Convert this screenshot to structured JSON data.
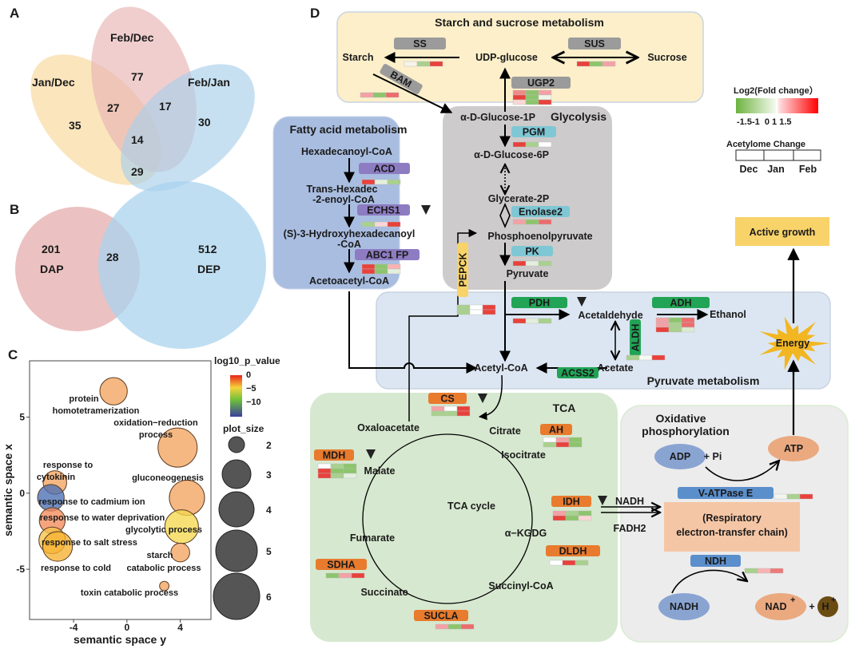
{
  "panelA": {
    "label": "A",
    "sets": [
      {
        "name": "Jan/Dec",
        "color": "#f7d79a"
      },
      {
        "name": "Feb/Dec",
        "color": "#e8b4b3"
      },
      {
        "name": "Feb/Jan",
        "color": "#a9cfe9"
      }
    ],
    "counts": {
      "jan_dec_only": "35",
      "feb_dec_only": "77",
      "feb_jan_only": "30",
      "jan_dec_feb_dec": "27",
      "feb_dec_feb_jan": "17",
      "jan_dec_feb_jan": "29",
      "all": "14"
    }
  },
  "panelB": {
    "label": "B",
    "left": {
      "name": "DAP",
      "count": "201",
      "color": "#e6b3b1"
    },
    "right": {
      "name": "DEP",
      "count": "512",
      "color": "#a9d3ee"
    },
    "overlap": "28"
  },
  "chart_data": {
    "type": "scatter",
    "panel_label": "C",
    "xlabel": "semantic space y",
    "ylabel": "semantic space x",
    "xlim": [
      -7.3,
      6.3
    ],
    "ylim": [
      -8.3,
      8.7
    ],
    "xticks": [
      -4,
      0,
      4
    ],
    "yticks": [
      5,
      0,
      -5
    ],
    "grid": false,
    "color_legend": {
      "title": "log10_p_value",
      "ticks": [
        "0",
        "−5",
        "−10"
      ]
    },
    "size_legend": {
      "title": "plot_size",
      "values": [
        2,
        3,
        4,
        5,
        6
      ]
    },
    "points": [
      {
        "term": "protein homotetramerization",
        "x": -1.0,
        "y": 6.7,
        "size": 3.5,
        "color": "#f4a460"
      },
      {
        "term": "oxidation−reduction process",
        "x": 3.8,
        "y": 3.0,
        "size": 5.0,
        "color": "#f4a460"
      },
      {
        "term": "response to cytokinin",
        "x": -5.4,
        "y": 0.7,
        "size": 3.0,
        "color": "#f4a460"
      },
      {
        "term": "response to cadmium ion",
        "x": -5.7,
        "y": -0.3,
        "size": 3.4,
        "color": "#4a6fb5"
      },
      {
        "term": "gluconeogenesis",
        "x": 4.5,
        "y": -0.3,
        "size": 4.5,
        "color": "#f4a460"
      },
      {
        "term": "response to water deprivation",
        "x": -5.6,
        "y": -1.8,
        "size": 3.3,
        "color": "#f28a5a"
      },
      {
        "term": "glycolytic process",
        "x": 4.1,
        "y": -2.2,
        "size": 4.3,
        "color": "#f5d94f"
      },
      {
        "term": "response to salt stress",
        "x": -5.6,
        "y": -3.1,
        "size": 3.4,
        "color": "#f6c34a"
      },
      {
        "term": "response to cold",
        "x": -5.2,
        "y": -3.5,
        "size": 3.8,
        "color": "#f5b12f"
      },
      {
        "term": "starch catabolic process",
        "x": 4.0,
        "y": -3.9,
        "size": 2.4,
        "color": "#f4a460"
      },
      {
        "term": "toxin catabolic process",
        "x": 2.8,
        "y": -6.1,
        "size": 1.2,
        "color": "#f4a460"
      }
    ]
  },
  "panelD": {
    "label": "D",
    "sections": {
      "starch": "Starch and sucrose metabolism",
      "fatty": "Fatty acid metabolism",
      "glycolysis": "Glycolysis",
      "pyruvate": "Pyruvate metabolism",
      "tca": "TCA",
      "tca_cycle": "TCA cycle",
      "oxphos_1": "Oxidative",
      "oxphos_2": "phosphorylation"
    },
    "metabolites": {
      "starch": "Starch",
      "udp_glucose": "UDP-glucose",
      "sucrose": "Sucrose",
      "g1p": "α-D-Glucose-1P",
      "g6p": "α-D-Glucose-6P",
      "glycerate": "Glycerate-2P",
      "pep": "Phosphoenolpyruvate",
      "pyruvate": "Pyruvate",
      "hexadecanoyl": "Hexadecanoyl-CoA",
      "trans_1": "Trans-Hexadec",
      "trans_2": "-2-enoyl-CoA",
      "hydroxy_1": "(S)-3-Hydroxyhexadecanoyl",
      "hydroxy_2": "-CoA",
      "acetoacetyl": "Acetoacetyl-CoA",
      "acetaldehyde": "Acetaldehyde",
      "ethanol": "Ethanol",
      "acetate": "Acetate",
      "acetyl_coa": "Acetyl-CoA",
      "oxaloacetate": "Oxaloacetate",
      "citrate": "Citrate",
      "isocitrate": "Isocitrate",
      "akgdg": "α−KGDG",
      "succinyl": "Succinyl-CoA",
      "succinate": "Succinate",
      "fumarate": "Fumarate",
      "malate": "Malate",
      "nadh_in": "NADH",
      "fadh2": "FADH2",
      "adp": "ADP",
      "pi": "+  Pi",
      "atp": "ATP",
      "resp_1": "(Respiratory",
      "resp_2": "electron-transfer chain)",
      "nadh": "NADH",
      "nad": "NAD",
      "nad_sup": "+",
      "plus": "+",
      "h": "H",
      "h_sup": "+",
      "energy": "Energy",
      "active_growth": "Active growth"
    },
    "enzymes": {
      "SS": {
        "label": "SS",
        "color": "#9b9b9b",
        "strip": [
          [
            "#f7f3ea",
            "#a9d18e",
            "#e8413c"
          ]
        ]
      },
      "SUS": {
        "label": "SUS",
        "color": "#9b9b9b",
        "strip": [
          [
            "#e8413c",
            "#8cc56b",
            "#f3a1a6"
          ]
        ]
      },
      "BAM": {
        "label": "BAM",
        "color": "#9b9b9b",
        "strip": [
          [
            "#f3a1a6",
            "#8cc56b",
            "#ec6c6c"
          ]
        ]
      },
      "UGP2": {
        "label": "UGP2",
        "color": "#9b9b9b",
        "strip": [
          [
            "#ef8a8a",
            "#8cc56b",
            "#f3a1a6"
          ],
          [
            "#e8413c",
            "#8cc56b",
            "#eef5e8"
          ],
          [
            "#fbd6d6",
            "#8cc56b",
            "#e8413c"
          ]
        ]
      },
      "PGM": {
        "label": "PGM",
        "color": "#7fc7d4",
        "strip": [
          [
            "#e8413c",
            "#a9d18e",
            "#ffffff"
          ]
        ]
      },
      "Enolase2": {
        "label": "Enolase2",
        "color": "#7fc7d4",
        "strip": [
          [
            "#f3a1a6",
            "#8cc56b",
            "#ec6c6c"
          ]
        ]
      },
      "PK": {
        "label": "PK",
        "color": "#7fc7d4",
        "strip": [
          [
            "#e8413c",
            "#e3efdc",
            "#a9d18e"
          ]
        ]
      },
      "ACD": {
        "label": "ACD",
        "color": "#8e7cc3",
        "strip": [
          [
            "#e8413c",
            "#e3efdc",
            "#a9d18e"
          ]
        ]
      },
      "ECHS1": {
        "label": "ECHS1",
        "color": "#8e7cc3",
        "strip": [
          [
            "#a9d18e",
            "#fbd6d6",
            "#e8413c"
          ]
        ],
        "marker": "down-triangle"
      },
      "ABC1FP": {
        "label": "ABC1 FP",
        "color": "#8e7cc3",
        "strip": [
          [
            "#e8413c",
            "#8cc56b",
            "#f7b3b3"
          ],
          [
            "#e8413c",
            "#8cc56b",
            "#e3efdc"
          ]
        ]
      },
      "PEPCK": {
        "label": "PEPCK",
        "color": "#f8d36a",
        "strip": [
          [
            "#a9d18e",
            "#ffffff",
            "#e8413c"
          ],
          [
            "#a9d18e",
            "#ffffff",
            "#e8413c"
          ]
        ]
      },
      "PDH": {
        "label": "PDH",
        "color": "#21a456",
        "strip": [
          [
            "#e8413c",
            "#e3efdc",
            "#a9d18e"
          ]
        ],
        "marker": "down-triangle"
      },
      "ADH": {
        "label": "ADH",
        "color": "#21a456",
        "strip": [
          [
            "#f3a1a6",
            "#8cc56b",
            "#ec6c6c"
          ],
          [
            "#f3a1a6",
            "#a9d18e",
            "#ec6c6c"
          ],
          [
            "#e8413c",
            "#a9d18e",
            "#d9ead0"
          ]
        ]
      },
      "ALDH": {
        "label": "ALDH",
        "color": "#21a456",
        "strip": [
          [
            "#a9d18e",
            "#f7f9f3",
            "#e8413c"
          ]
        ]
      },
      "ACSS2": {
        "label": "ACSS2",
        "color": "#21a456",
        "strip": []
      },
      "CS": {
        "label": "CS",
        "color": "#e87b2e",
        "strip": [
          [
            "#f3a1a6",
            "#ffffff",
            "#e8413c"
          ],
          [
            "#a9d18e",
            "#a9d18e",
            "#e8413c"
          ]
        ],
        "marker": "down-triangle"
      },
      "AH": {
        "label": "AH",
        "color": "#e87b2e",
        "strip": [
          [
            "#ffffff",
            "#f3a1a6",
            "#8cc56b"
          ],
          [
            "#a9d18e",
            "#e8413c",
            "#8cc56b"
          ]
        ]
      },
      "IDH": {
        "label": "IDH",
        "color": "#e87b2e",
        "strip": [
          [
            "#f3a1a6",
            "#a9d18e",
            "#8cc56b"
          ],
          [
            "#e8413c",
            "#8cc56b",
            "#fbd6d6"
          ]
        ],
        "marker": "down-triangle"
      },
      "DLDH": {
        "label": "DLDH",
        "color": "#e87b2e",
        "strip": [
          [
            "#ffffff",
            "#e8413c",
            "#a9d18e"
          ]
        ]
      },
      "SUCLA": {
        "label": "SUCLA",
        "color": "#e87b2e",
        "strip": [
          [
            "#f3a1a6",
            "#8cc56b",
            "#ec6c6c"
          ]
        ]
      },
      "SDHA": {
        "label": "SDHA",
        "color": "#e87b2e",
        "strip": [
          [
            "#8cc56b",
            "#f3a1a6",
            "#e8413c"
          ]
        ]
      },
      "MDH": {
        "label": "MDH",
        "color": "#e87b2e",
        "strip": [
          [
            "#ffffff",
            "#a9d18e",
            "#8cc56b"
          ],
          [
            "#e8413c",
            "#8cc56b",
            "#8cc56b"
          ],
          [
            "#e8413c",
            "#a9d18e",
            "#e3efdc"
          ]
        ],
        "marker": "down-triangle"
      },
      "VATPase": {
        "label": "V-ATPase E",
        "color": "#5b8fcc",
        "strip": [
          [
            "#f2f5ee",
            "#a9d18e",
            "#e8413c"
          ]
        ]
      },
      "NDH": {
        "label": "NDH",
        "color": "#5b8fcc",
        "strip": [
          [
            "#a9d18e",
            "#f7b3b3",
            "#ec7a7a"
          ]
        ]
      }
    },
    "legend": {
      "fold_title": "Log2(Fold change）",
      "fold_ticks": "-1.5-1  0 1 1.5",
      "fold_colors": [
        "#6db33f",
        "#ffffff",
        "#ff0000"
      ],
      "acetylome_title": "Acetylome Change",
      "months": [
        "Dec",
        "Jan",
        "Feb"
      ]
    }
  }
}
